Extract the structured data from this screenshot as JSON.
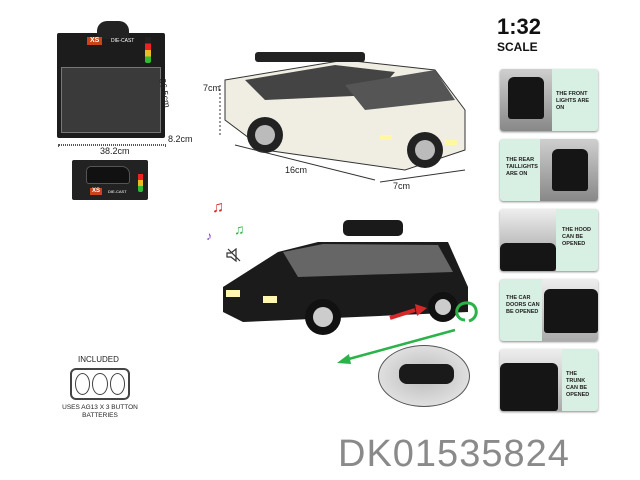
{
  "scale": {
    "ratio": "1:32",
    "label": "SCALE"
  },
  "display_box": {
    "brand": "XS",
    "subtitle": "DIE-CAST",
    "width": "38.2cm",
    "depth": "36.5cm",
    "height": "8.2cm"
  },
  "single_box": {
    "brand": "XS",
    "subtitle": "DIE-CAST"
  },
  "car_dimensions": {
    "height": "7cm",
    "length": "16cm",
    "width": "7cm"
  },
  "batteries": {
    "title": "INCLUDED",
    "note": "USES AG13 X 3 BUTTON BATTERIES"
  },
  "features": [
    {
      "text": "THE FRONT LIGHTS ARE ON"
    },
    {
      "text": "THE REAR TAILLIGHTS ARE ON"
    },
    {
      "text": "THE HOOD CAN BE OPENED"
    },
    {
      "text": "THE CAR DOORS CAN BE OPENED"
    },
    {
      "text": "THE TRUNK CAN BE OPENED"
    }
  ],
  "product_code": "DK01535824",
  "colors": {
    "arrow_green": "#2bb34a",
    "arrow_red": "#d62828",
    "panel_bg": "#d8efe3"
  }
}
